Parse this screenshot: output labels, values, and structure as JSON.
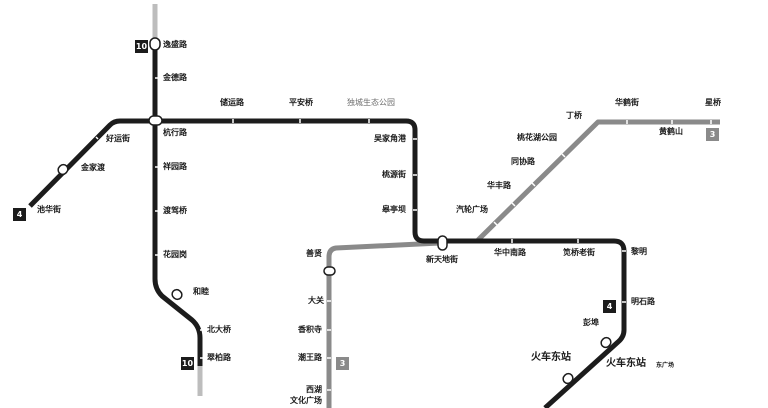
{
  "line_badges": {
    "line10_top": "10",
    "line10_bottom": "10",
    "line4_left": "4",
    "line4_right": "4",
    "line3_top_right": "3",
    "line3_bottom": "3"
  },
  "stations": {
    "yishenglu": "逸盛路",
    "jindelu": "金德路",
    "chuyunlu": "储运路",
    "pinganqiao": "平安桥",
    "ducheng_park": "独城生态公园",
    "haoyunjie": "好运街",
    "jinjiadu": "金家渡",
    "chihuajie": "池华街",
    "hangxinglu": "杭行路",
    "xiangyuanlu": "祥园路",
    "dujiaqiao": "渡驾桥",
    "huayuangang": "花园岗",
    "hemu": "和睦",
    "beidaqiao": "北大桥",
    "cuibailu": "翠柏路",
    "wujiajiaogang": "吴家角港",
    "taoyuanjie": "桃源街",
    "gaotingba": "皋亭坝",
    "xintiandijie": "新天地街",
    "huazhongnanlu": "华中南路",
    "xiaoqiaolaojie": "笕桥老街",
    "liming": "黎明",
    "mingshilu": "明石路",
    "pengbu": "彭埠",
    "huochedongzhan": "火车东站",
    "huochedongzhan_east": "火车东站",
    "dongguangchang": "东广场",
    "shanxian": "善贤",
    "daguan": "大关",
    "xiangjisi": "香积寺",
    "chaowanglu": "潮王路",
    "xihu_culture_1": "西湖",
    "xihu_culture_2": "文化广场",
    "qichegongchang": "汽轮广场",
    "huafenglu": "华丰路",
    "tongxielu": "同协路",
    "taohuahu_park": "桃花湖公园",
    "dingqiao": "丁桥",
    "huahejie": "华鹤街",
    "huangheshan": "黄鹤山",
    "xingqiao": "星桥"
  },
  "colors": {
    "line_black": "#1c1c1c",
    "line10_grey": "#bdbdbd",
    "line3_grey": "#8a8a8a",
    "badge_black": "#1c1c1c",
    "badge_grey": "#8a8a8a",
    "background": "#ffffff"
  }
}
